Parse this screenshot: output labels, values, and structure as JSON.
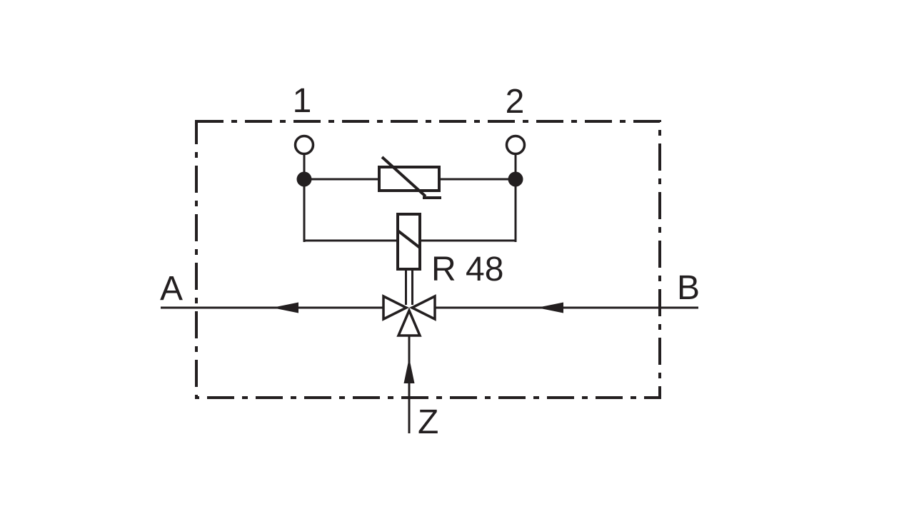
{
  "colors": {
    "line": "#231f20",
    "background": "#ffffff"
  },
  "labels": {
    "electrical_port_1": "1",
    "electrical_port_2": "2",
    "component_designation": "R 48",
    "port_a": "A",
    "port_b": "B",
    "port_z": "Z"
  }
}
